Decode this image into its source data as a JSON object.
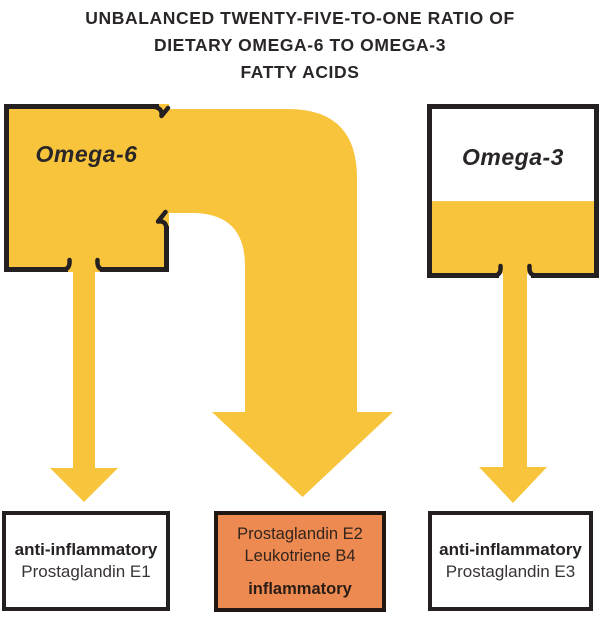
{
  "title": {
    "line1": "UNBALANCED TWENTY-FIVE-TO-ONE RATIO OF",
    "line2": "DIETARY OMEGA-6 TO OMEGA-3",
    "line3": "FATTY ACIDS"
  },
  "sources": {
    "omega6": {
      "label": "Omega-6",
      "fill_fraction": 1.0
    },
    "omega3": {
      "label": "Omega-3",
      "fill_fraction": 0.44
    }
  },
  "flows": [
    {
      "from": "Omega-6",
      "to": "anti-inflammatory Prostaglandin E1",
      "size": "small"
    },
    {
      "from": "Omega-6",
      "to": "inflammatory Prostaglandin E2 / Leukotriene B4",
      "size": "large"
    },
    {
      "from": "Omega-3",
      "to": "anti-inflammatory Prostaglandin E3",
      "size": "small"
    }
  ],
  "outcomes": {
    "left": {
      "line1": "anti-inflammatory",
      "line2": "Prostaglandin E1"
    },
    "middle": {
      "line1": "Prostaglandin E2",
      "line2": "Leukotriene B4",
      "line3": "inflammatory"
    },
    "right": {
      "line1": "anti-inflammatory",
      "line2": "Prostaglandin E3"
    }
  },
  "colors": {
    "yellow": "#F8C43C",
    "orange": "#EC8A51",
    "glow": "#F3756C",
    "ink": "#241F21",
    "title_ink": "#2A2627"
  }
}
